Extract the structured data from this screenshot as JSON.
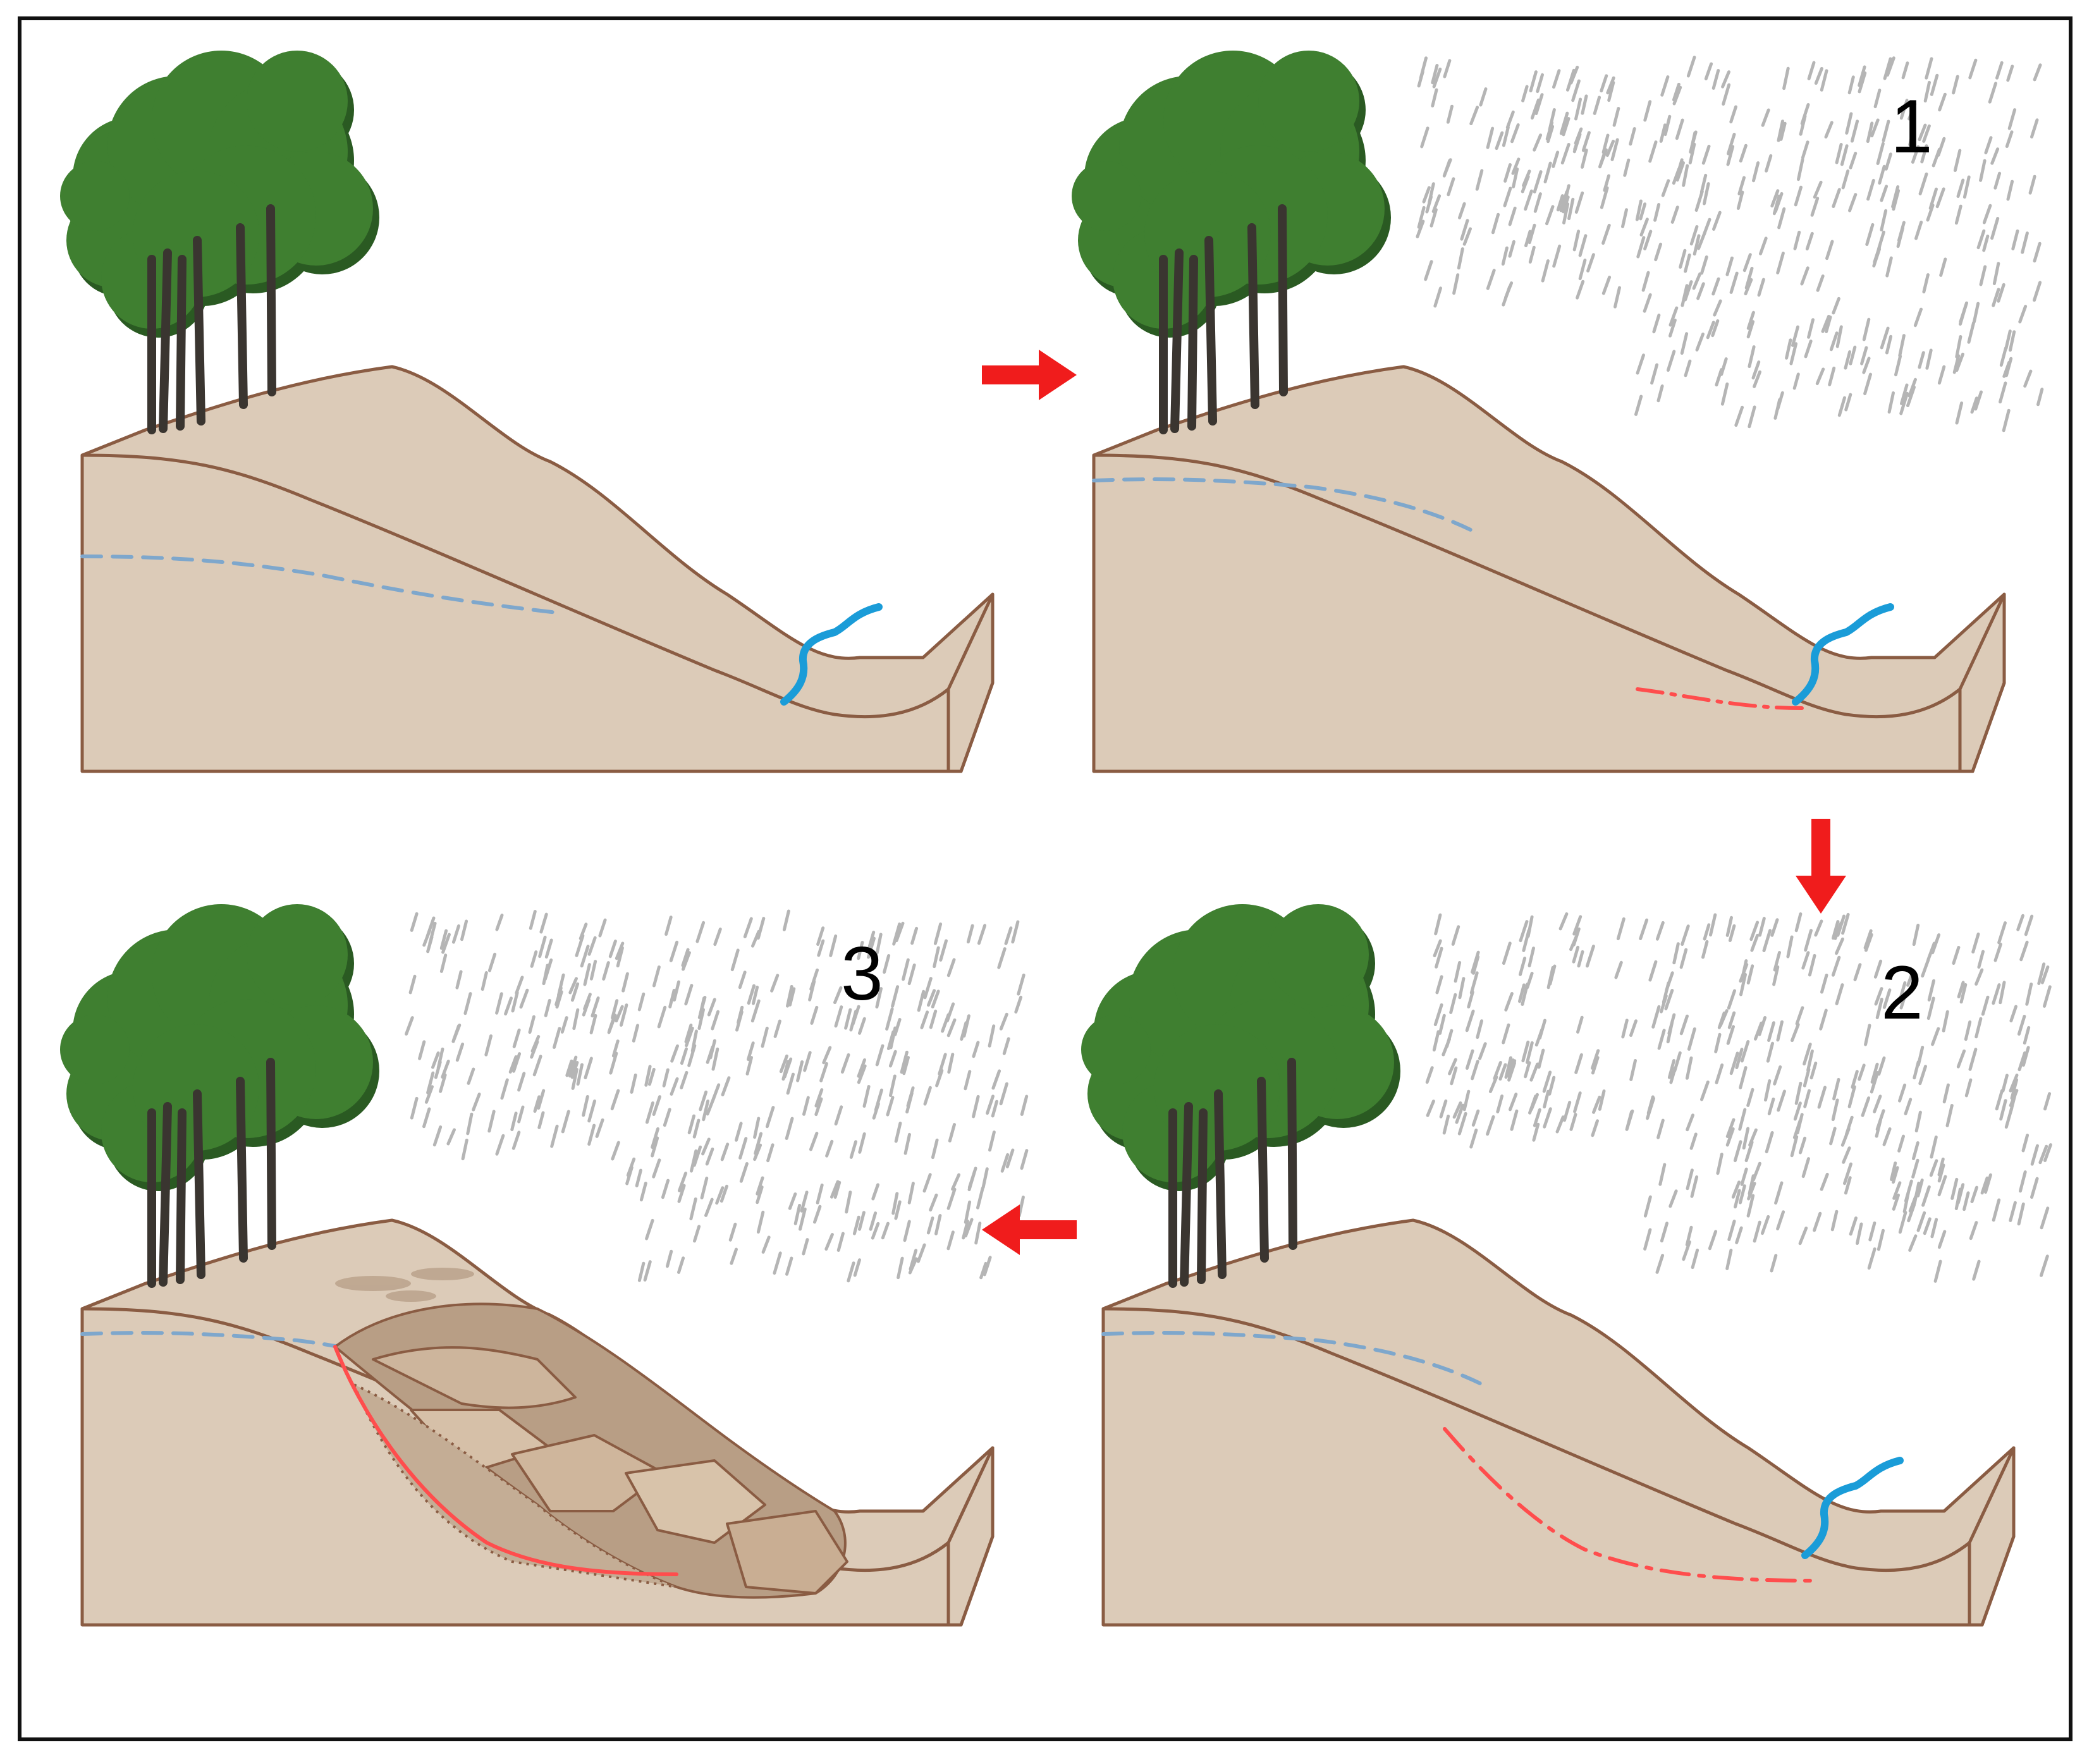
{
  "colors": {
    "soil": "#dccbb8",
    "soil_line": "#8a5c43",
    "water_table": "#7ea7cc",
    "river": "#1a9cd8",
    "slip": "#ff4d4d",
    "arrow": "#f01c1c",
    "rain": "#b5b5b5",
    "foliage": "#3f7f30",
    "foliage_dark": "#2a5a22",
    "trunk": "#3a3530"
  },
  "panels": [
    {
      "step_label": "",
      "rain": false,
      "slip": "none"
    },
    {
      "step_label": "1",
      "rain": true,
      "slip": "short"
    },
    {
      "step_label": "2",
      "rain": true,
      "slip": "long"
    },
    {
      "step_label": "3",
      "rain": true,
      "slip": "failed"
    }
  ],
  "arrows": [
    {
      "name": "arrow-panel0-to-panel1",
      "direction": "right"
    },
    {
      "name": "arrow-panel1-to-panel2",
      "direction": "down"
    },
    {
      "name": "arrow-panel2-to-panel3",
      "direction": "left"
    }
  ]
}
